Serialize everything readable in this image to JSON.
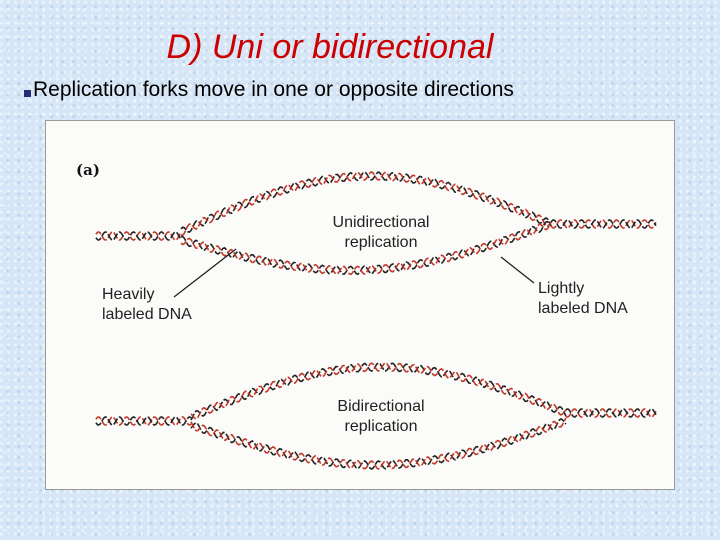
{
  "slide": {
    "title": "D) Uni or bidirectional",
    "bullet": "Replication forks move in one or opposite directions"
  },
  "figure": {
    "panel_label": "(a)",
    "uni_label_line1": "Unidirectional",
    "uni_label_line2": "replication",
    "heavy_line1": "Heavily",
    "heavy_line2": "labeled DNA",
    "light_line1": "Lightly",
    "light_line2": "labeled DNA",
    "bi_label_line1": "Bidirectional",
    "bi_label_line2": "replication"
  },
  "colors": {
    "title": "#cc0000",
    "heavy_strand": "#222222",
    "light_strand": "#c0392b",
    "background": "#d6e6f6"
  }
}
